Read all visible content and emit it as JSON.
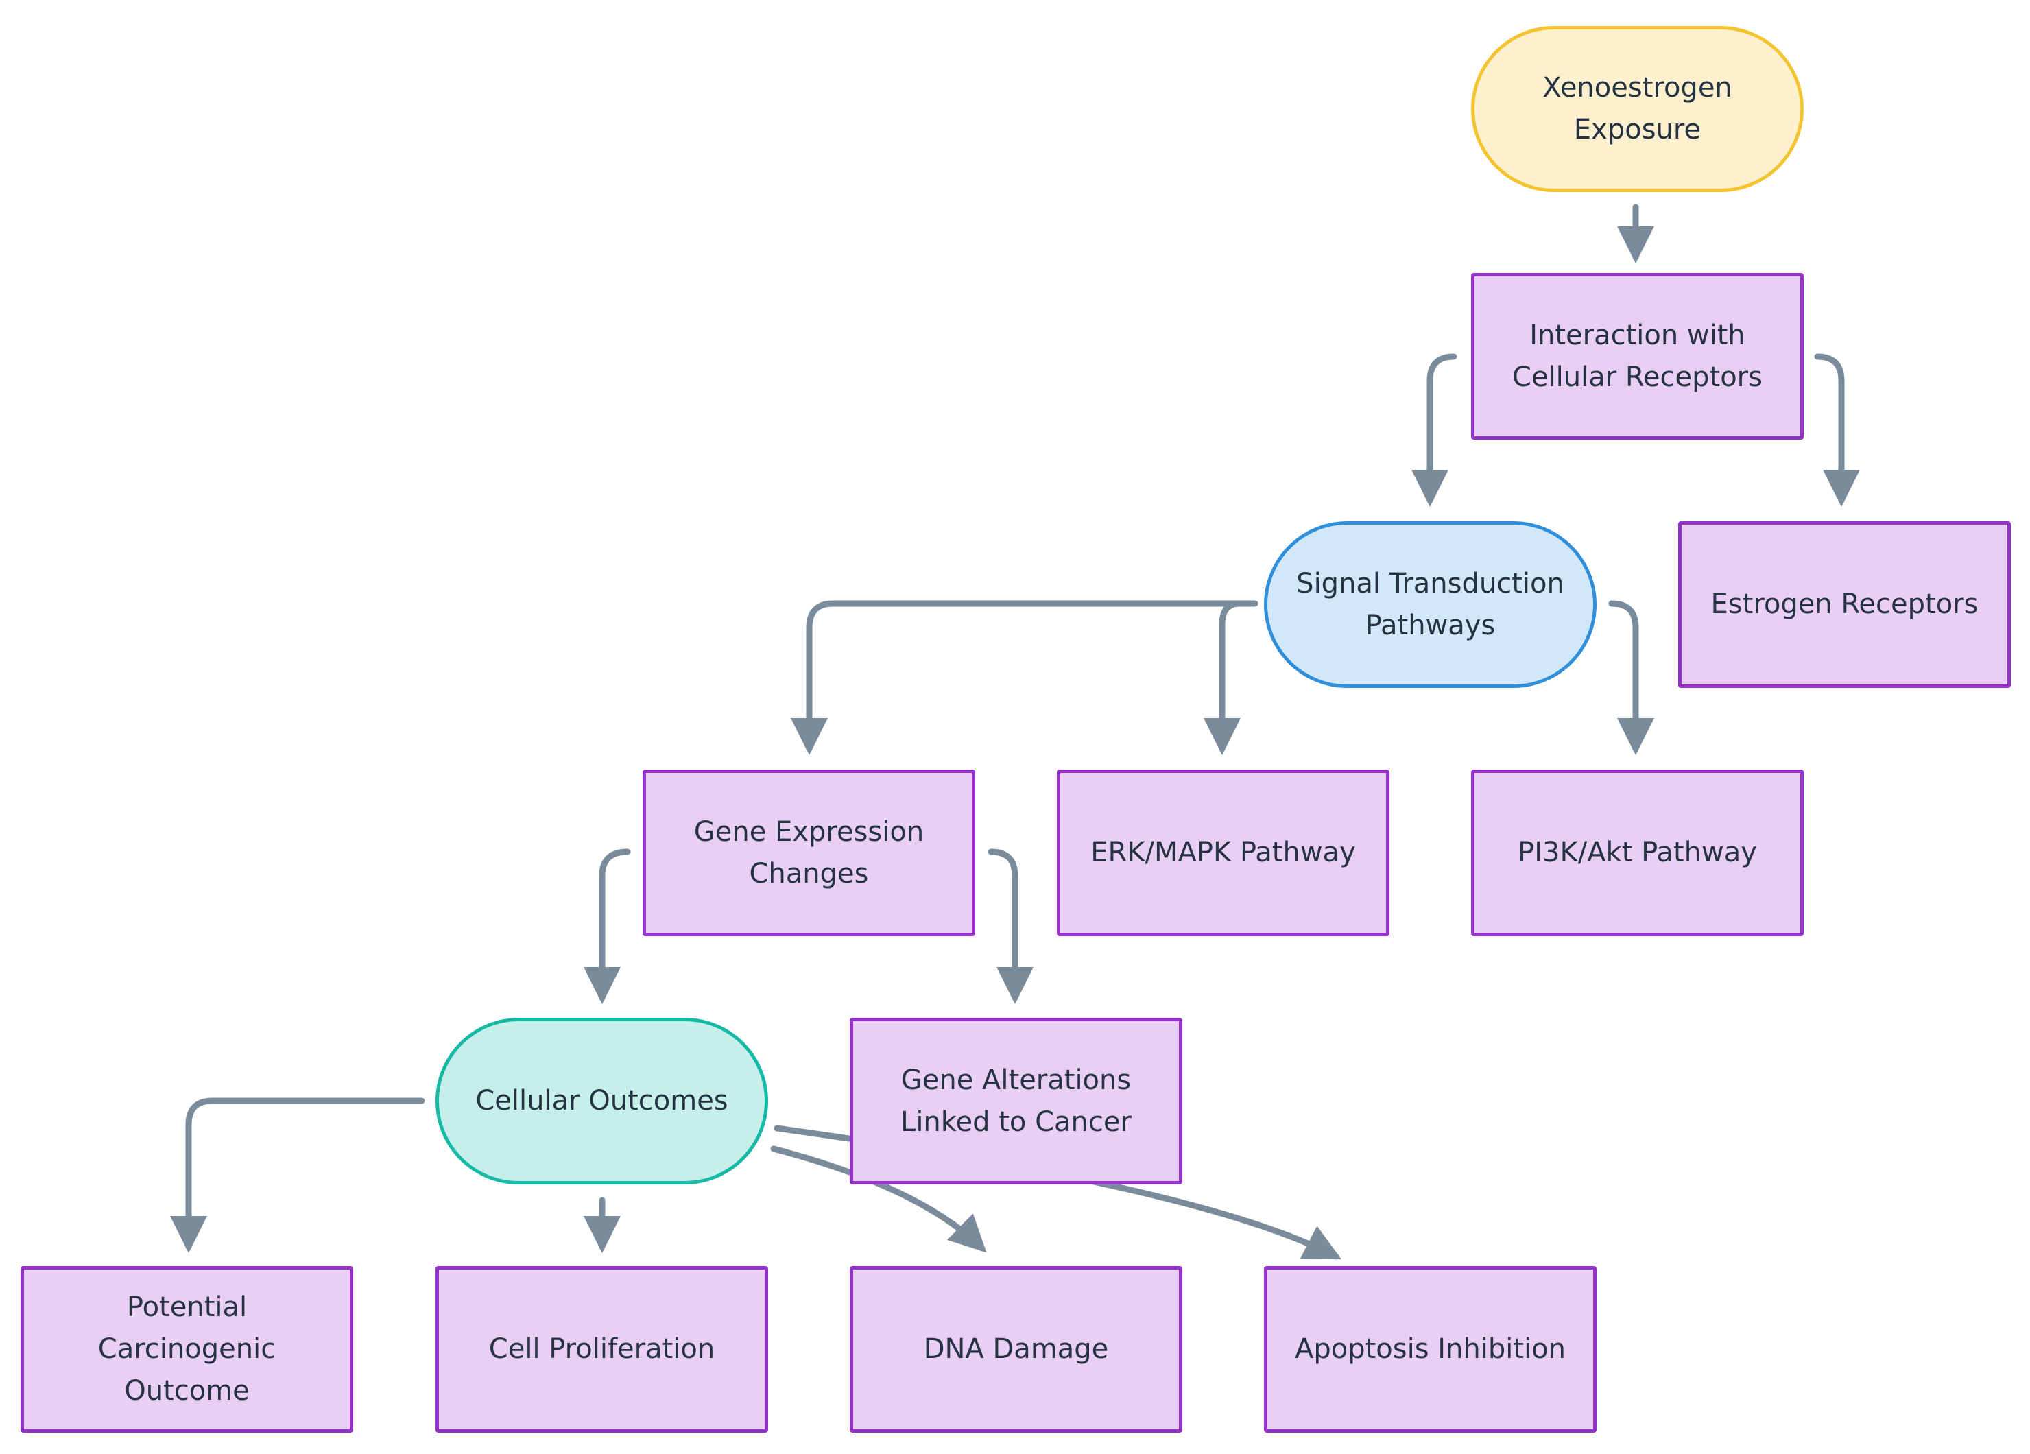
{
  "nodes": {
    "xenoestrogen": "Xenoestrogen\nExposure",
    "interaction": "Interaction with\nCellular Receptors",
    "signal": "Signal Transduction\nPathways",
    "estrogen_receptors": "Estrogen Receptors",
    "gene_expression": "Gene Expression\nChanges",
    "erk_mapk": "ERK/MAPK Pathway",
    "pi3k_akt": "PI3K/Akt Pathway",
    "cellular_outcomes": "Cellular Outcomes",
    "gene_alterations": "Gene Alterations\nLinked to Cancer",
    "carcinogenic": "Potential\nCarcinogenic\nOutcome",
    "cell_proliferation": "Cell Proliferation",
    "dna_damage": "DNA Damage",
    "apoptosis": "Apoptosis Inhibition"
  },
  "colors": {
    "edge": "#7a8c9b",
    "process_fill": "#e9cff3",
    "process_border": "#9331c9",
    "start_fill": "#fdf0cf",
    "start_border": "#f4c430",
    "signal_fill": "#d2e7f7",
    "signal_border": "#2f8fdb",
    "outcome_fill": "#c6efea",
    "outcome_border": "#16b8a6",
    "text": "#253241"
  }
}
